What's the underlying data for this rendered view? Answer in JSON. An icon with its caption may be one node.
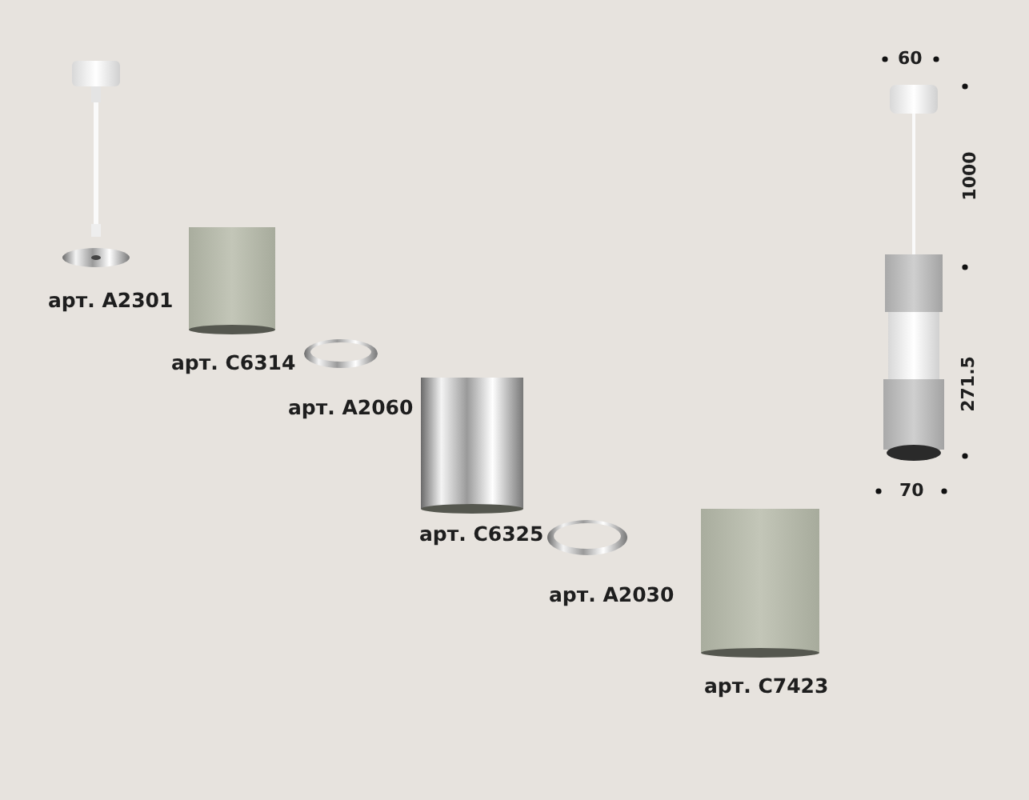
{
  "diagram": {
    "labels": [
      "60",
      "1000",
      "арт. A2301",
      "арт. C6314",
      "271.5",
      "арт. A2060",
      "70",
      "арт. C6325",
      "арт. A2030",
      "арт. C7423"
    ]
  }
}
